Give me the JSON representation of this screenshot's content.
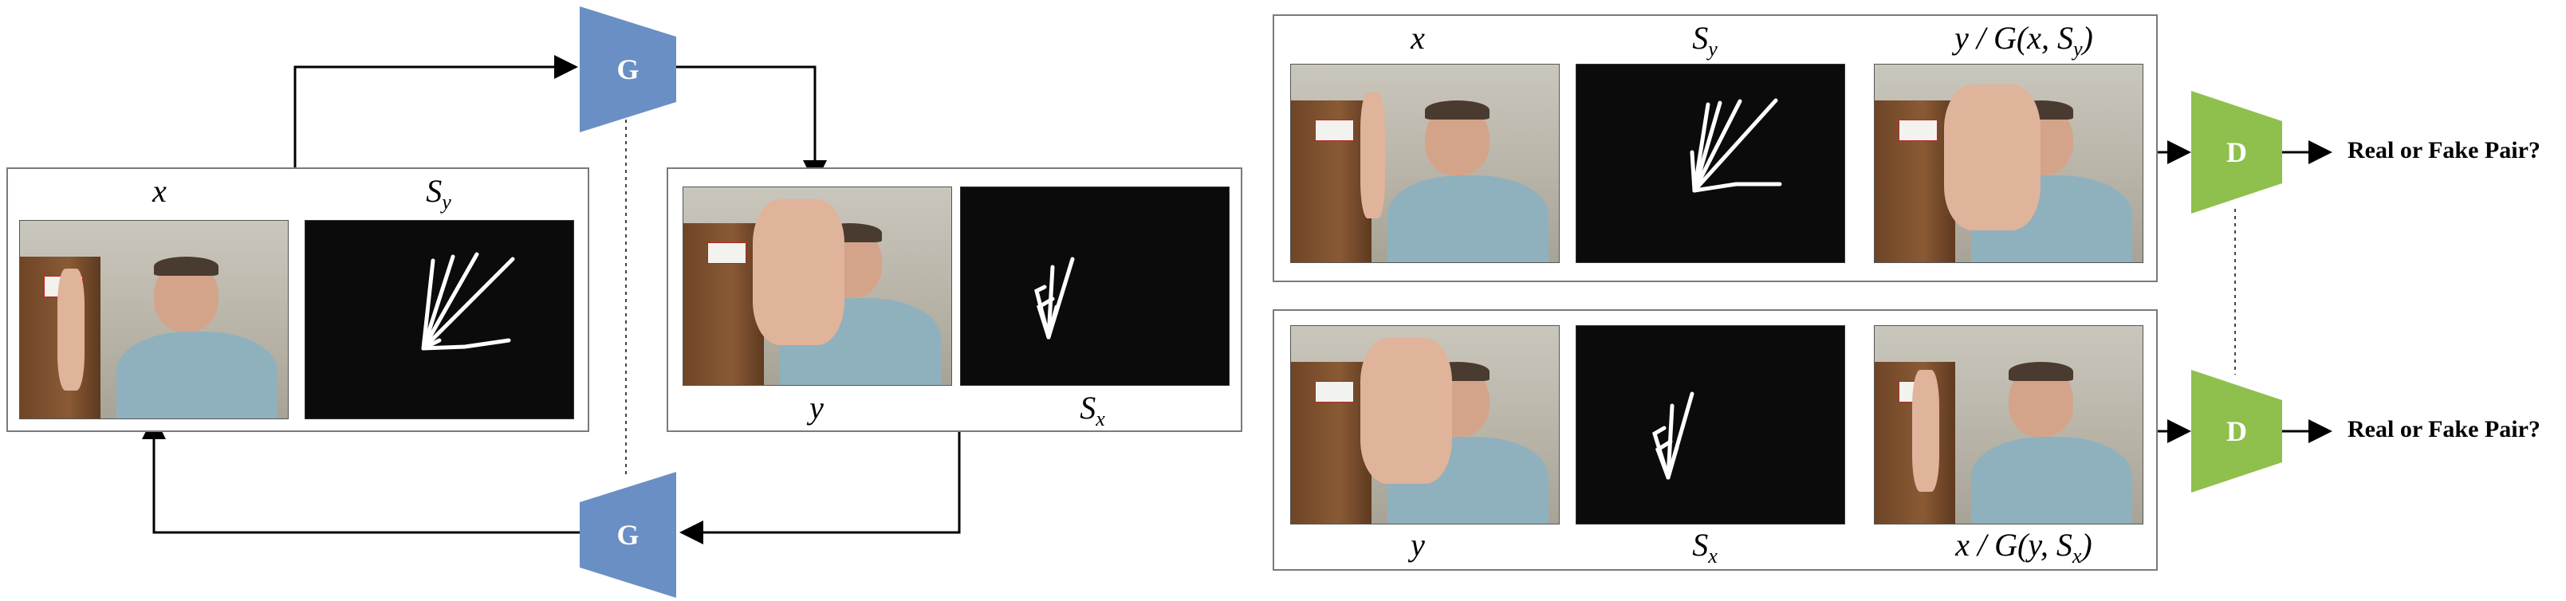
{
  "generators": {
    "top_label": "G",
    "bottom_label": "G"
  },
  "discriminators": {
    "top_label": "D",
    "bottom_label": "D"
  },
  "cycle_left": {
    "image_label": "x",
    "sketch_label_main": "S",
    "sketch_label_sub": "y"
  },
  "cycle_right": {
    "image_label": "y",
    "sketch_label_main": "S",
    "sketch_label_sub": "x"
  },
  "pair_top": {
    "col1": "x",
    "col2_main": "S",
    "col2_sub": "y",
    "col3_prefix": "y / G(x, S",
    "col3_sub": "y",
    "col3_suffix": ")"
  },
  "pair_bottom": {
    "col1": "y",
    "col2_main": "S",
    "col2_sub": "x",
    "col3_prefix": "x / G(y, S",
    "col3_sub": "x",
    "col3_suffix": ")"
  },
  "outputs": {
    "top": "Real or Fake Pair?",
    "bottom": "Real or Fake Pair?"
  },
  "colors": {
    "generator": "#6a8fc4",
    "discriminator": "#8fbf4d",
    "sketch_bg": "#0b0b0b"
  }
}
